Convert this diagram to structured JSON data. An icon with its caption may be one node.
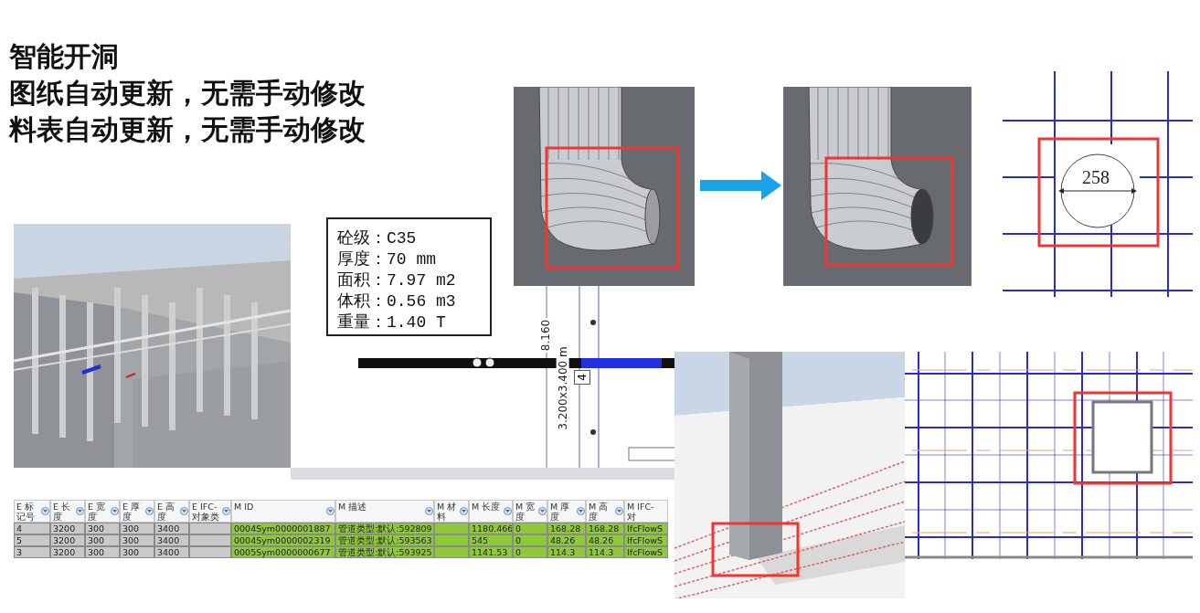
{
  "diagram": {
    "title": "智能开洞",
    "nodes": [
      {
        "text": [],
        "shape": "picture"
      },
      {
        "text": [],
        "shape": "picture"
      }
    ],
    "edges": [
      {
        "from": 0,
        "to": 1,
        "arrow": "to"
      }
    ],
    "labels": [
      "图纸自动更新，无需手动修改",
      "料表自动更新，无需手动修改",
      "砼级：C35",
      "厚度：70 mm",
      "面积：7.97 m2",
      "体积：0.56 m3",
      "重量：1.40 T",
      "258",
      "8.160",
      "3.200x3.400 m",
      "4",
      "E 标记号",
      "E 长度",
      "E 宽度",
      "E 厚度",
      "E 高度",
      "E IFC-对象类型",
      "M ID",
      "M 描述",
      "M 材料",
      "M 长度",
      "M 宽度",
      "M 厚度",
      "M 高度",
      "M IFC-对",
      "4",
      "3200",
      "300",
      "300",
      "3400",
      "0004Sym0000001887",
      "管道类型:默认:592809",
      "1180.466",
      "0",
      "168.28",
      "168.28",
      "IfcFlowS",
      "5",
      "3200",
      "300",
      "300",
      "3400",
      "0004Sym0000002319",
      "管道类型:默认:593563",
      "545",
      "0",
      "48.26",
      "48.26",
      "IfcFlowS",
      "3",
      "3200",
      "300",
      "300",
      "3400",
      "0005Sym0000000677",
      "管道类型:默认:593925",
      "1141.53",
      "0",
      "114.3",
      "114.3",
      "IfcFlowS"
    ]
  }
}
